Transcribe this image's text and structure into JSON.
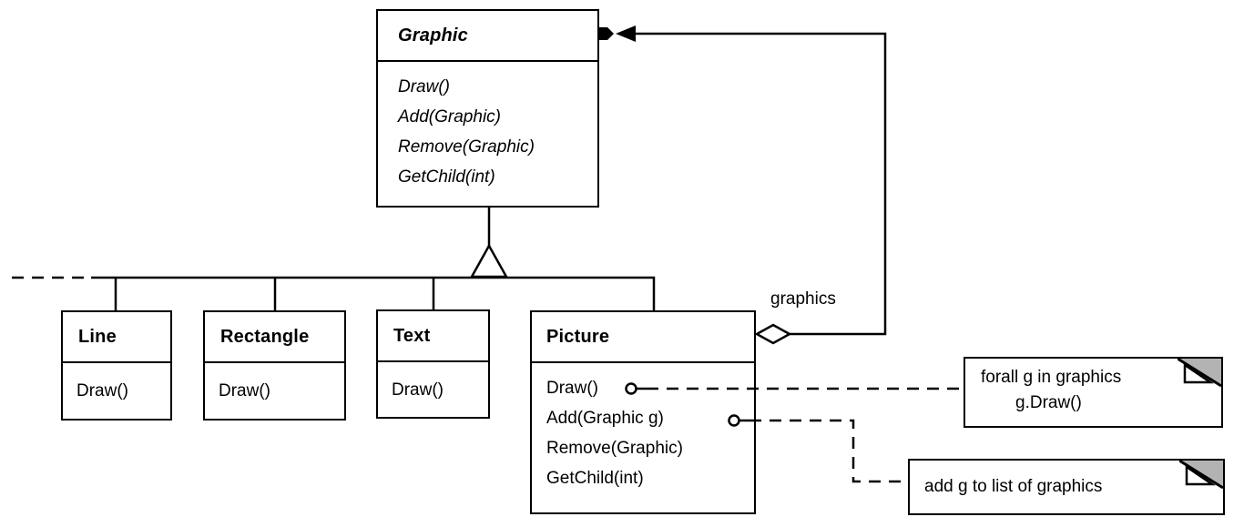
{
  "diagram_type": "uml-class-diagram",
  "classes": {
    "graphic": {
      "name": "Graphic",
      "abstract": true,
      "methods": [
        "Draw()",
        "Add(Graphic)",
        "Remove(Graphic)",
        "GetChild(int)"
      ]
    },
    "line": {
      "name": "Line",
      "methods": [
        "Draw()"
      ]
    },
    "rectangle": {
      "name": "Rectangle",
      "methods": [
        "Draw()"
      ]
    },
    "text": {
      "name": "Text",
      "methods": [
        "Draw()"
      ]
    },
    "picture": {
      "name": "Picture",
      "methods": [
        "Draw()",
        "Add(Graphic g)",
        "Remove(Graphic)",
        "GetChild(int)"
      ]
    }
  },
  "labels": {
    "aggregation": "graphics"
  },
  "notes": {
    "draw_note": {
      "line1": "forall g in graphics",
      "line2": "g.Draw()"
    },
    "add_note": {
      "text": "add g to list of graphics"
    }
  },
  "colors": {
    "ink": "#000000",
    "paper": "#ffffff",
    "note_fold_gray": "#b3b3b3"
  }
}
